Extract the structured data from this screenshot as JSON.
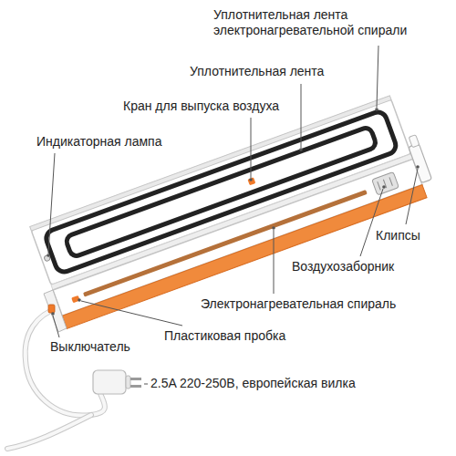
{
  "diagram": {
    "labels": [
      "Уплотнительная лента электронагревательной спирали",
      "Уплотнительная лента",
      "Кран для выпуска воздуха",
      "Индикаторная лампа",
      "Клипсы",
      "Воздухозаборник",
      "Электронагревательная спираль",
      "Пластиковая пробка",
      "Выключатель",
      "2.5A 220-250В, европейская вилка"
    ]
  }
}
